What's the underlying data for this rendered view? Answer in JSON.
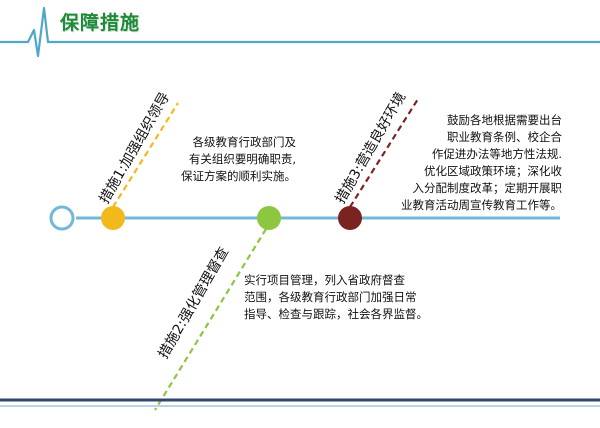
{
  "header": {
    "title": "保障措施"
  },
  "colors": {
    "accent": "#4fa7c9",
    "node1": "#f2b81c",
    "node2": "#8dc63f",
    "node3": "#7a2320",
    "bottom_band": "#2f4770"
  },
  "measures": [
    {
      "label": "措施1:加强组织领导",
      "description": "各级教育行政部门及\n有关组织要明确职责,\n保证方案的顺利实施。"
    },
    {
      "label": "措施2:强化管理督查",
      "description": "实行项目管理，列入省政府督查\n范围，各级教育行政部门加强日常\n指导、检查与跟踪，社会各界监督。"
    },
    {
      "label": "措施3:营造良好环境",
      "description": "鼓励各地根据需要出台\n职业教育条例、校企合\n作促进办法等地方性法规.\n优化区域政策环境；深化收\n入分配制度改革；定期开展职\n业教育活动周宣传教育工作等。"
    }
  ]
}
